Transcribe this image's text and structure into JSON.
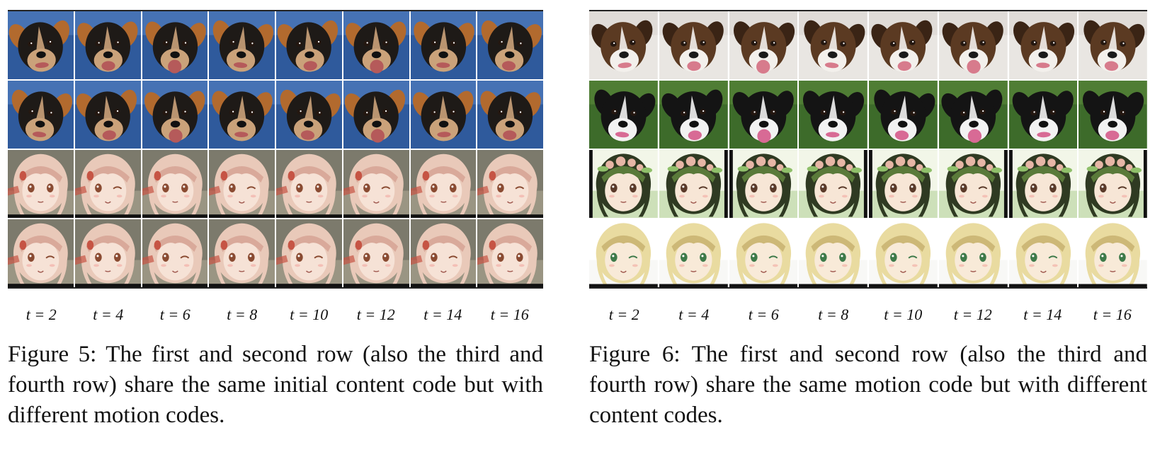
{
  "figure5": {
    "time_labels": [
      "t = 2",
      "t = 4",
      "t = 6",
      "t = 8",
      "t = 10",
      "t = 12",
      "t = 14",
      "t = 16"
    ],
    "rows": [
      "dog-tricolor",
      "dog-tricolor",
      "anime-pink",
      "anime-pink"
    ],
    "caption": "Figure 5: The first and second row (also the third and fourth row) share the same initial content code but with different motion codes."
  },
  "figure6": {
    "time_labels": [
      "t = 2",
      "t = 4",
      "t = 6",
      "t = 8",
      "t = 10",
      "t = 12",
      "t = 14",
      "t = 16"
    ],
    "rows": [
      "dog-border-collie",
      "dog-bw-grass",
      "anime-flower-crown",
      "anime-blonde"
    ],
    "caption": "Figure 6: The first and second row (also the third and fourth row) share the same motion code but with different content codes."
  },
  "palettes": {
    "dog-tricolor": {
      "bg": "#2f5a9c",
      "bg2": "#5a86c8",
      "fur": "#1e1a17",
      "patch": "#b26a2e",
      "muzzle": "#caa27a",
      "nose": "#111111",
      "mouth": "#b55a5a"
    },
    "dog-border-collie": {
      "bg": "#e9e6e2",
      "bg2": "#d8d4cf",
      "fur": "#5b3a22",
      "patch": "#3a2415",
      "muzzle": "#f3f0ec",
      "nose": "#1a1a1a",
      "mouth": "#d77b8c"
    },
    "dog-bw-grass": {
      "bg": "#3d6b2a",
      "bg2": "#5e8c3c",
      "fur": "#141414",
      "patch": "#141414",
      "muzzle": "#f2f2f2",
      "nose": "#111111",
      "mouth": "#d86a95"
    },
    "anime-pink": {
      "bg": "#7c7a6c",
      "bg2": "#b8b09a",
      "hair": "#e9c9b9",
      "hair2": "#d9a99a",
      "skin": "#f6e2d6",
      "eye": "#8a4b32",
      "accent": "#c65444"
    },
    "anime-flower-crown": {
      "bg": "#f2f6e8",
      "bg2": "#a7c98a",
      "hair": "#2f3a22",
      "hair2": "#5a7a3a",
      "skin": "#f7e6d6",
      "eye": "#5a3a2a",
      "accent": "#e7b6a6"
    },
    "anime-blonde": {
      "bg": "#ffffff",
      "bg2": "#f2f2ee",
      "hair": "#e9dba0",
      "hair2": "#cdb877",
      "skin": "#f8ead8",
      "eye": "#3e7a4a",
      "accent": "#2a2a2a"
    }
  }
}
